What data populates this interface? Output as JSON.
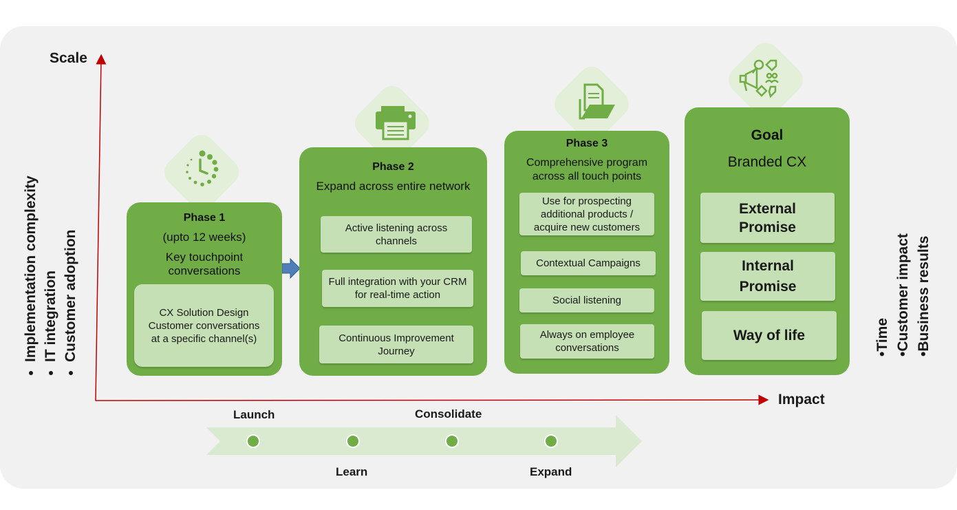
{
  "axes": {
    "y_label": "Scale",
    "x_label": "Impact",
    "y_factors": [
      "Implementation complexity",
      "IT integration",
      "Customer adoption"
    ],
    "x_factors": [
      "Time",
      "Customer impact",
      "Business results"
    ],
    "color": "#c00000"
  },
  "phase1": {
    "title": "Phase 1",
    "duration": "(upto 12 weeks)",
    "subtitle": "Key touchpoint conversations",
    "items": [
      "CX Solution Design Customer conversations at a specific channel(s)"
    ],
    "icon": "clock-icon"
  },
  "phase2": {
    "title": "Phase 2",
    "subtitle": "Expand across entire network",
    "items": [
      "Active listening across channels",
      "Full integration with your CRM for real-time action",
      "Continuous Improvement Journey"
    ],
    "icon": "printer-icon"
  },
  "phase3": {
    "title": "Phase 3",
    "subtitle": "Comprehensive program across all touch points",
    "items": [
      "Use for prospecting additional products / acquire new customers",
      "Contextual Campaigns",
      "Social listening",
      "Always on employee conversations"
    ],
    "icon": "folder-icon"
  },
  "goal": {
    "title": "Goal",
    "subtitle": "Branded CX",
    "items": [
      "External Promise",
      "Internal Promise",
      "Way of life"
    ],
    "icon": "marketing-icon"
  },
  "timeline": {
    "top_labels": [
      "Launch",
      "Consolidate"
    ],
    "bottom_labels": [
      "Learn",
      "Expand"
    ]
  },
  "colors": {
    "card": "#70ad47",
    "inner": "#c5e0b4",
    "diamond": "#e3efd8",
    "timeline": "#d9ead0"
  }
}
